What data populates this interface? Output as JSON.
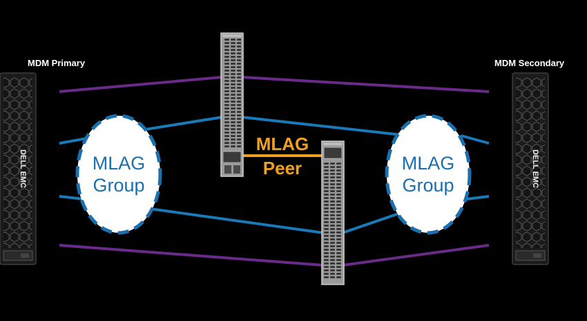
{
  "servers": {
    "primary": {
      "label": "MDM Primary",
      "brand": "DELL EMC"
    },
    "secondary": {
      "label": "MDM Secondary",
      "brand": "DELL EMC"
    }
  },
  "mlag_groups": {
    "left": {
      "line1": "MLAG",
      "line2": "Group"
    },
    "right": {
      "line1": "MLAG",
      "line2": "Group"
    }
  },
  "peer_link": {
    "line1": "MLAG",
    "line2": "Peer"
  },
  "colors": {
    "background": "#000000",
    "purple_link": "#6a2a8a",
    "blue_link": "#1a7ab8",
    "peer_link": "#f0a020",
    "mlag_outline": "#1a6fae",
    "mlag_text": "#1a6fae",
    "peer_text": "#f0a020",
    "server_text": "#ffffff"
  }
}
